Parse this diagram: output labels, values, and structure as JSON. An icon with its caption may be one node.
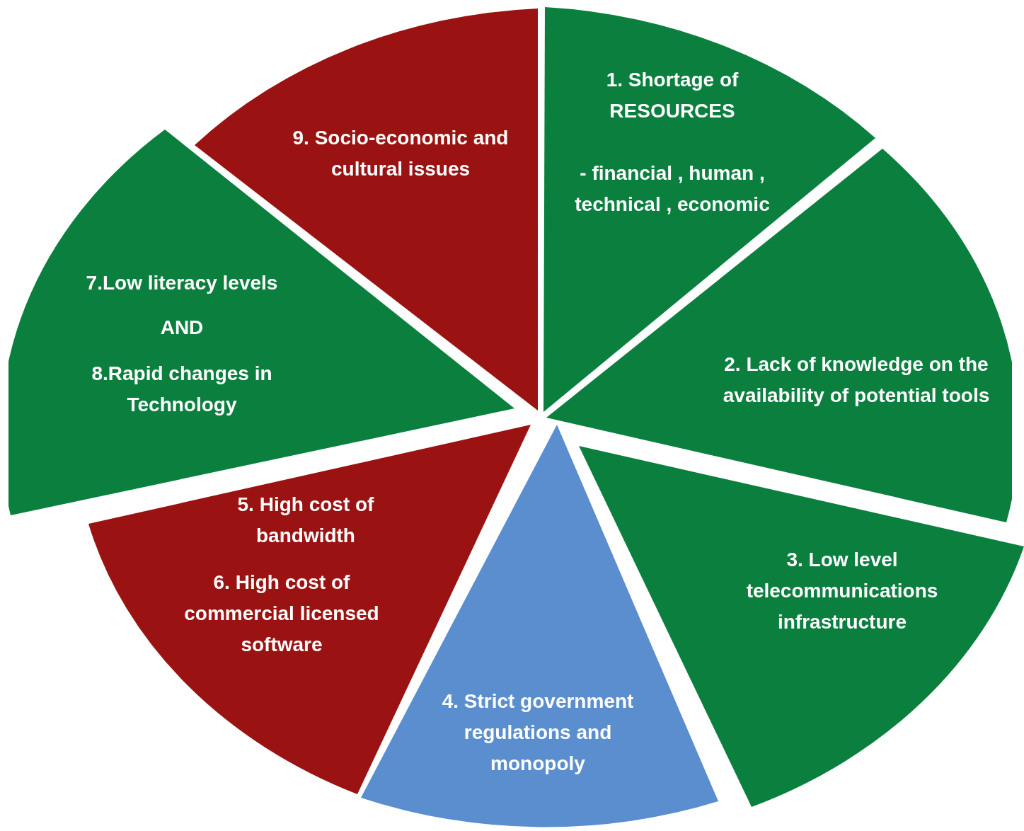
{
  "diagram": {
    "nodes": [
      {
        "text": [
          "1. Shortage of RESOURCES",
          "- financial , human , technical , economic"
        ]
      },
      {
        "text": [
          "2. Lack of knowledge on the availability of potential tools"
        ]
      },
      {
        "text": [
          "3. Low level telecommunications infrastructure"
        ]
      },
      {
        "text": [
          "4. Strict government regulations and monopoly"
        ]
      },
      {
        "text": [
          "5. High cost of bandwidth",
          "6. High cost of commercial licensed software"
        ]
      },
      {
        "text": [
          "7.Low literacy levels",
          "AND",
          "8.Rapid changes in Technology"
        ]
      },
      {
        "text": [
          "9. Socio-economic and cultural issues"
        ]
      }
    ]
  }
}
